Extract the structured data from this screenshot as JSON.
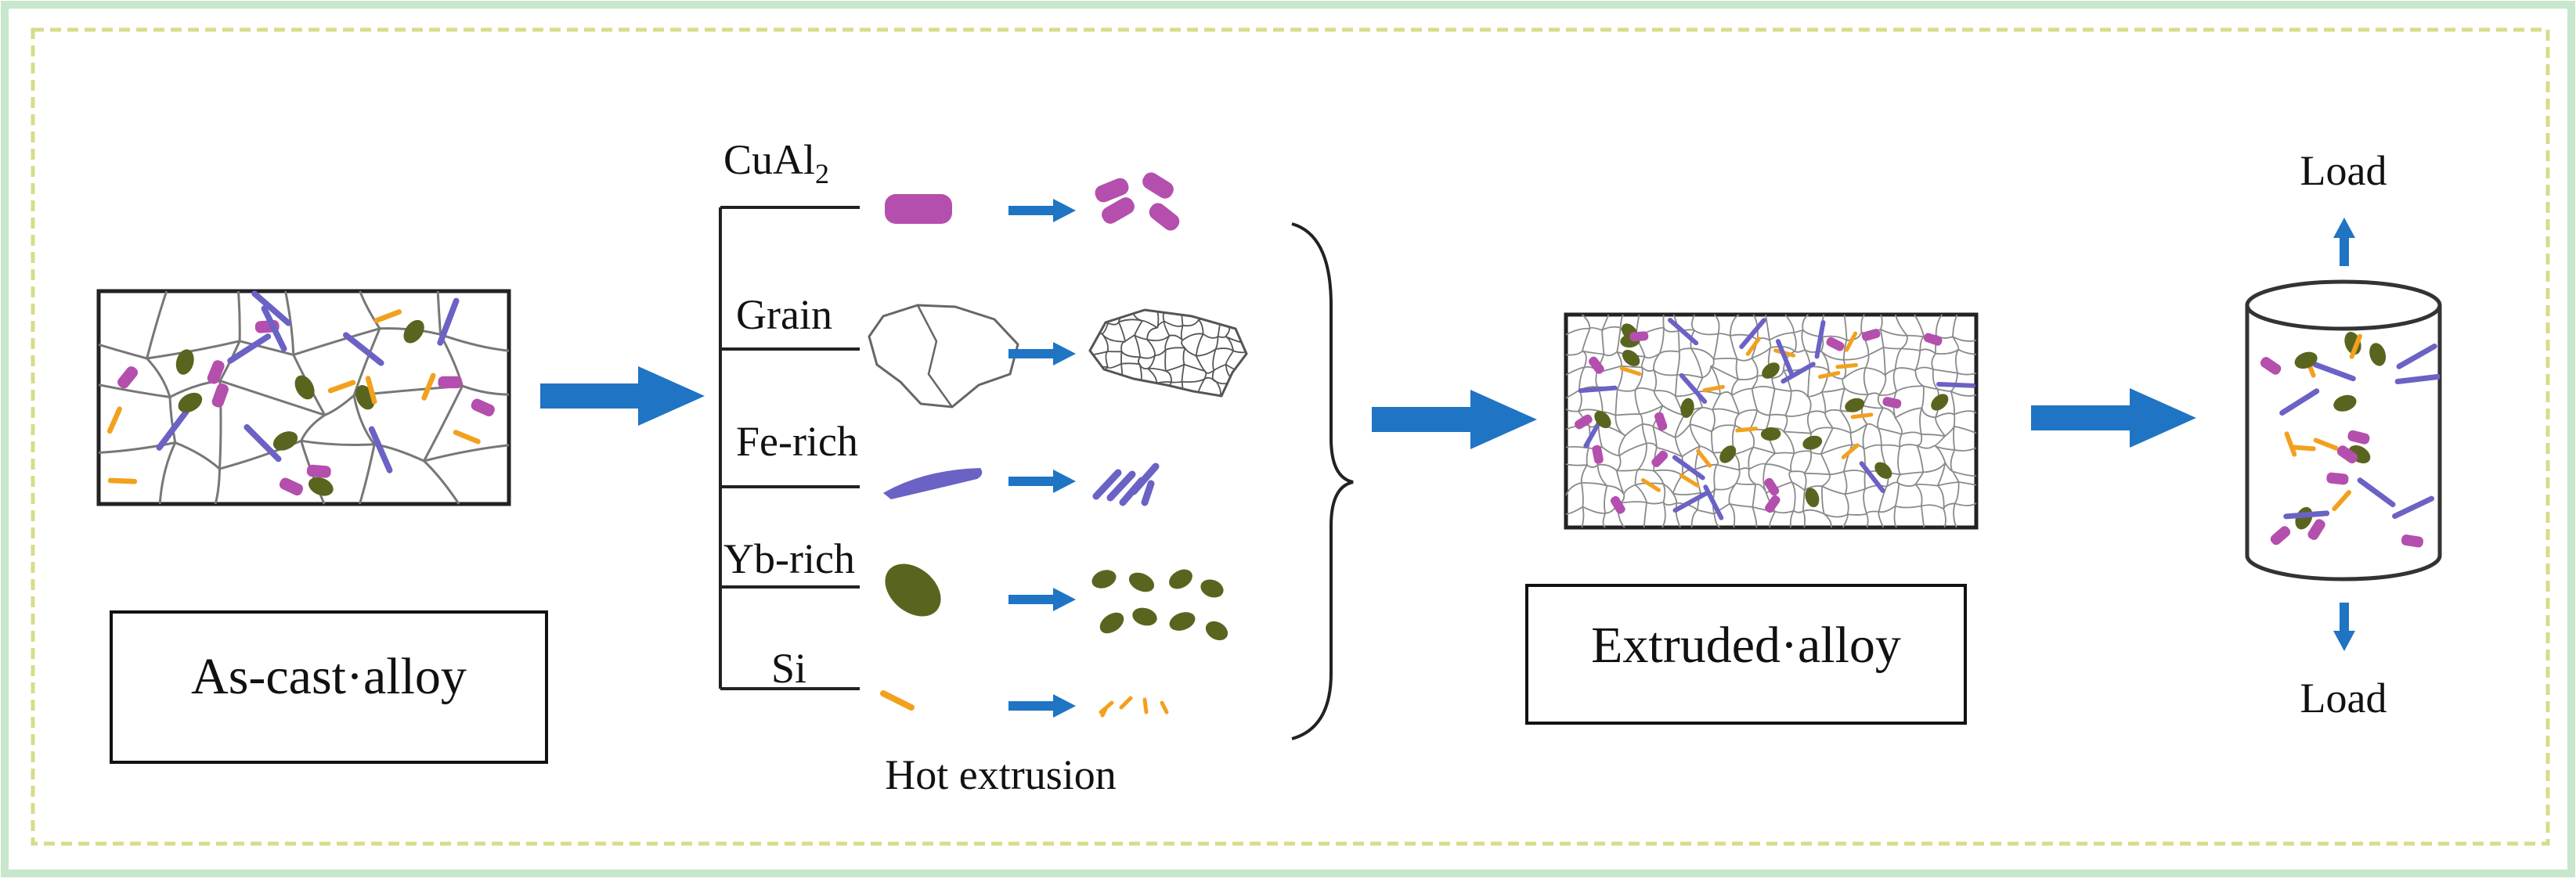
{
  "colors": {
    "frame_outer": "#c8e6cc",
    "frame_dashed": "#d8dc8a",
    "cuAl2": "#b44fae",
    "fe_rich": "#6a62c4",
    "yb_rich": "#59651f",
    "si": "#f2a11e",
    "arrow": "#1f74c4",
    "grain_line": "#777777",
    "text": "#111111"
  },
  "icons": {
    "process_arrow": "right-arrow",
    "small_arrow": "small-right-arrow",
    "load_arrow": "vertical-arrow",
    "cylinder": "cylinder-specimen"
  },
  "labels": {
    "as_cast": "As-cast·alloy",
    "extruded": "Extruded·alloy",
    "hot_extrusion": "Hot extrusion",
    "load_top": "Load",
    "load_bottom": "Load"
  },
  "phases": [
    {
      "name": "CuAl",
      "sub": "2"
    },
    {
      "name": "Grain",
      "sub": ""
    },
    {
      "name": "Fe-rich",
      "sub": ""
    },
    {
      "name": "Yb-rich",
      "sub": ""
    },
    {
      "name": "Si",
      "sub": ""
    }
  ]
}
